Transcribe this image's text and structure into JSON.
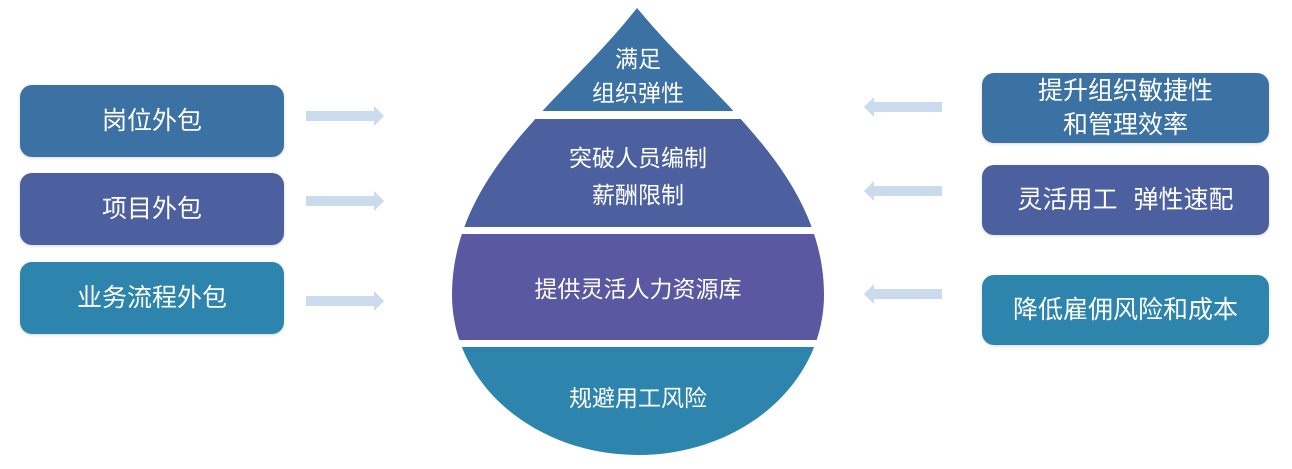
{
  "colors": {
    "steel_blue": "#3c71a3",
    "indigo": "#4c60a0",
    "violet": "#5a58a0",
    "teal": "#2d84ad",
    "arrow": "#c9dbec"
  },
  "left_boxes": [
    {
      "label": "岗位外包"
    },
    {
      "label": "项目外包"
    },
    {
      "label": "业务流程外包"
    }
  ],
  "drop_layers": [
    {
      "lines": [
        "满足",
        "组织弹性"
      ]
    },
    {
      "lines": [
        "突破人员编制",
        "薪酬限制"
      ]
    },
    {
      "lines": [
        "提供灵活人力资源库"
      ]
    },
    {
      "lines": [
        "规避用工风险"
      ]
    }
  ],
  "right_boxes": [
    {
      "lines": [
        "提升组织敏捷性",
        "和管理效率"
      ]
    },
    {
      "lines": [
        "灵活用工  弹性速配"
      ]
    },
    {
      "lines": [
        "降低雇佣风险和成本"
      ]
    }
  ]
}
